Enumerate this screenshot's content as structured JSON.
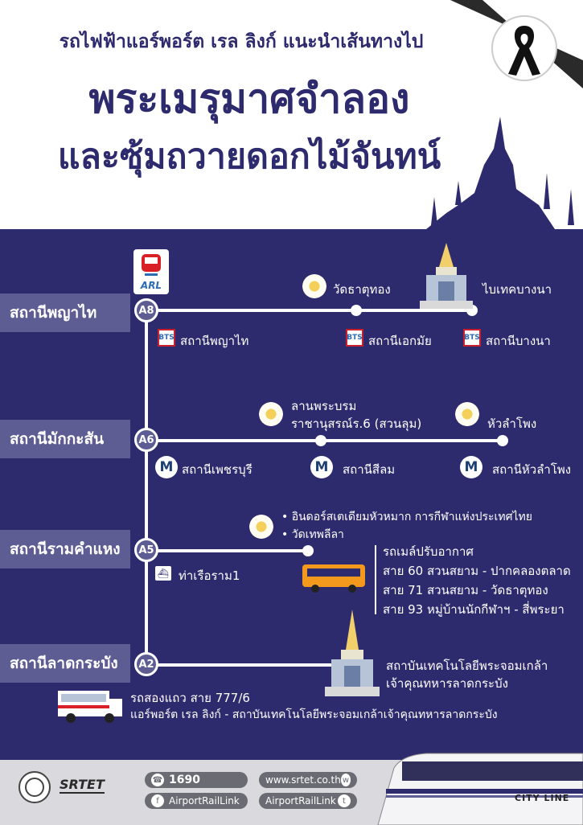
{
  "header": {
    "subtitle": "รถไฟฟ้าแอร์พอร์ต เรล ลิงก์ แนะนำเส้นทางไป",
    "title_line1": "พระเมรุมาศจำลอง",
    "title_line2": "และซุ้มถวายดอกไม้จันทน์"
  },
  "logo": {
    "text": "ARL"
  },
  "stations": [
    {
      "label": "สถานีพญาไท",
      "code": "A8",
      "connections": [
        "สถานีพญาไท",
        "สถานีเอกมัย",
        "สถานีบางนา"
      ],
      "bts_text": "BTS",
      "destinations": [
        "วัดธาตุทอง",
        "ไบเทคบางนา"
      ]
    },
    {
      "label": "สถานีมักกะสัน",
      "code": "A6",
      "connections": [
        "สถานีเพชรบุรี",
        "สถานีสีลม",
        "สถานีหัวลำโพง"
      ],
      "mrt_text": "M",
      "destinations": [
        "ลานพระบรม",
        "ราชานุสรณ์ร.6 (สวนลุม)",
        "หัวลำโพง"
      ]
    },
    {
      "label": "สถานีรามคำแหง",
      "code": "A5",
      "connections": [
        "ท่าเรือราม1"
      ],
      "destinations": [
        "• อินดอร์สเตเดียมหัวหมาก การกีฬาแห่งประเทศไทย",
        "• วัดเทพลีลา"
      ],
      "bus_routes": [
        "รถเมล์ปรับอากาศ",
        "สาย 60 สวนสยาม - ปากคลองตลาด",
        "สาย 71 สวนสยาม - วัดธาตุทอง",
        "สาย 93 หมู่บ้านนักกีฬาฯ - สี่พระยา"
      ]
    },
    {
      "label": "สถานีลาดกระบัง",
      "code": "A2",
      "destinations": [
        "สถาบันเทคโนโลยีพระจอมเกล้า",
        "เจ้าคุณทหารลาดกระบัง"
      ],
      "songthaew": [
        "รถสองแถว สาย 777/6",
        "แอร์พอร์ต เรล ลิงก์ - สถาบันเทคโนโลยีพระจอมเกล้าเจ้าคุณทหารลาดกระบัง"
      ]
    }
  ],
  "footer": {
    "brand": "SRTET",
    "phone": "1690",
    "facebook": "AirportRailLink",
    "website": "www.srtet.co.th",
    "twitter": "AirportRailLink",
    "train_label": "CITY LINE"
  },
  "colors": {
    "navy": "#2e2a6e",
    "label_bg": "#5d5c93",
    "footer_bg": "#d9d9de"
  }
}
